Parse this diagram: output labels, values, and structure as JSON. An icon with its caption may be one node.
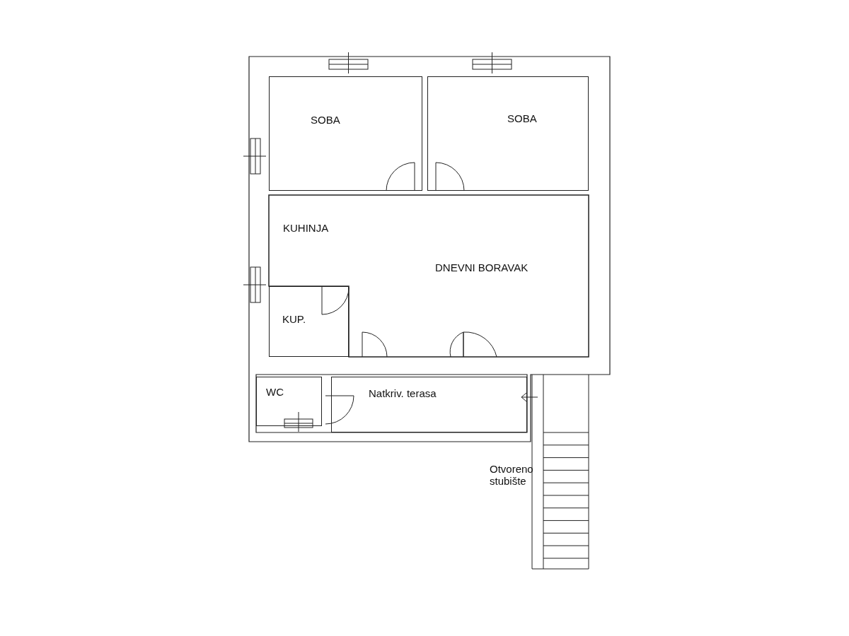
{
  "diagram": {
    "nodes": [
      {
        "text": [
          "SOBA"
        ]
      },
      {
        "text": [
          "SOBA"
        ]
      },
      {
        "text": [
          "KUHINJA",
          "DNEVNI BORAVAK"
        ]
      },
      {
        "text": [
          "KUP."
        ]
      },
      {
        "text": [
          "WC"
        ]
      },
      {
        "text": [
          "Natkriv. terasa"
        ]
      }
    ],
    "edges": [],
    "labels": [
      "Otvoreno stubište"
    ]
  }
}
